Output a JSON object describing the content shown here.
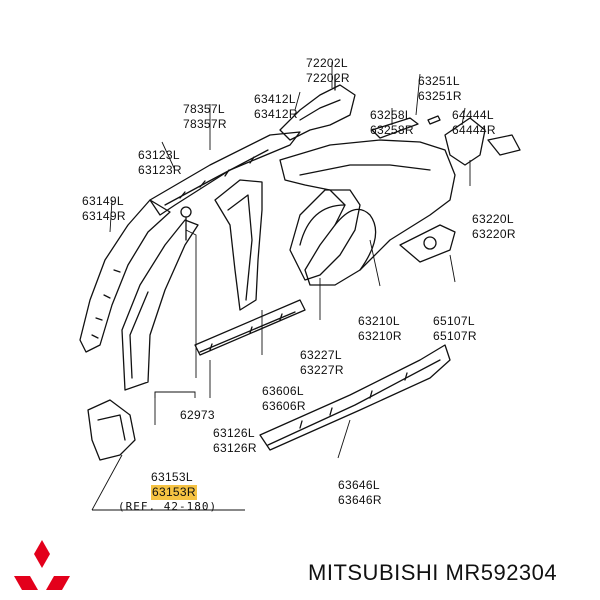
{
  "labels": [
    {
      "id": "72202",
      "lines": [
        "72202L",
        "72202R"
      ]
    },
    {
      "id": "63251",
      "lines": [
        "63251L",
        "63251R"
      ]
    },
    {
      "id": "63412",
      "lines": [
        "63412L",
        "63412R"
      ]
    },
    {
      "id": "63258",
      "lines": [
        "63258L",
        "63258R"
      ]
    },
    {
      "id": "64444",
      "lines": [
        "64444L",
        "64444R"
      ]
    },
    {
      "id": "78357",
      "lines": [
        "78357L",
        "78357R"
      ]
    },
    {
      "id": "63123",
      "lines": [
        "63123L",
        "63123R"
      ]
    },
    {
      "id": "63149",
      "lines": [
        "63149L",
        "63149R"
      ]
    },
    {
      "id": "63220",
      "lines": [
        "63220L",
        "63220R"
      ]
    },
    {
      "id": "63210",
      "lines": [
        "63210L",
        "63210R"
      ]
    },
    {
      "id": "65107",
      "lines": [
        "65107L",
        "65107R"
      ]
    },
    {
      "id": "63227",
      "lines": [
        "63227L",
        "63227R"
      ]
    },
    {
      "id": "63606",
      "lines": [
        "63606L",
        "63606R"
      ]
    },
    {
      "id": "62973",
      "lines": [
        "62973"
      ]
    },
    {
      "id": "63126",
      "lines": [
        "63126L",
        "63126R"
      ]
    },
    {
      "id": "63153",
      "lines": [
        "63153L",
        "63153R"
      ],
      "highlight_line": 1
    },
    {
      "id": "63646",
      "lines": [
        "63646L",
        "63646R"
      ]
    }
  ],
  "reference": "(REF. 42-180)",
  "footer": {
    "brand_text": "MITSUBISHI MR592304"
  },
  "colors": {
    "highlight": "#f6c343",
    "logo": "#e3001b",
    "ink": "#111111"
  }
}
